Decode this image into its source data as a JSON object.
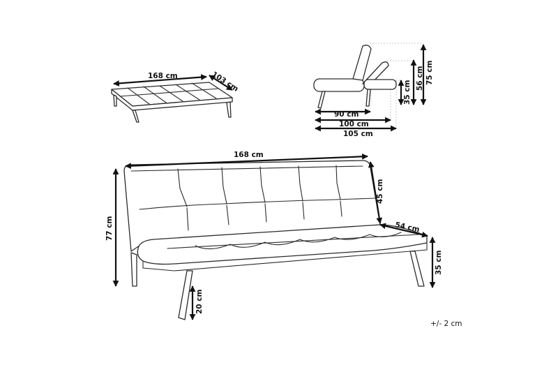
{
  "labels": {
    "bed_width": "168 cm",
    "bed_depth": "103 cm",
    "side_90": "90 cm",
    "side_100": "100 cm",
    "side_105": "105 cm",
    "side_35": "35 cm",
    "side_56": "56 cm",
    "side_75": "75 cm",
    "sofa_width": "168 cm",
    "back_height": "45 cm",
    "seat_depth": "54 cm",
    "total_height": "77 cm",
    "seat_height": "35 cm",
    "leg_height": "20 cm",
    "tolerance": "+/- 2 cm"
  },
  "colors": {
    "line": "#2a2a2a",
    "background": "#ffffff"
  }
}
